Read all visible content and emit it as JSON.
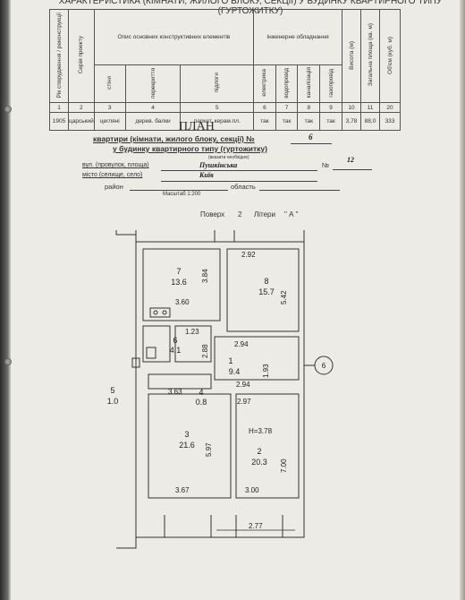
{
  "header": {
    "caption": "ХАРАКТЕРИСТИКА (КІМНАТИ, ЖИЛОГО БЛОКУ, СЕКЦІЇ) У БУДИНКУ КВАРТИРНОГО ТИПУ (ГУРТОЖИТКУ)"
  },
  "table": {
    "col_headers": [
      "Рік спорудження / реконструкції",
      "Серія проекту",
      "стіни",
      "перекриття",
      "підлоги",
      "електрика",
      "водопровід",
      "каналізація",
      "газопровід",
      "Висота (м)",
      "Загальна площа (кв. м)",
      "Об'єм (куб. м)"
    ],
    "group_structural": "Опис основних конструктивних елементів",
    "group_engineering": "Інженерне обладнання",
    "numbers": [
      "1",
      "2",
      "3",
      "4",
      "5",
      "6",
      "7",
      "8",
      "9",
      "10",
      "11",
      "20"
    ],
    "values": [
      "1905",
      "царський",
      "цегляні",
      "дерев. балки",
      "паркет, керам.пл.",
      "так",
      "так",
      "так",
      "так",
      "3,78",
      "88,0",
      "333"
    ]
  },
  "plan_form": {
    "title": "ПЛАН",
    "line1_label": "квартири (кімнати, жилого блоку, секції) №",
    "line1_value": "6",
    "line2_label": "у будинку квартирного типу (гуртожитку)",
    "line2_hint": "(вказати необхідне)",
    "street_label": "вул. (провулок, площа)",
    "street_value": "Пушкінська",
    "house_no_label": "№",
    "house_no_value": "12",
    "city_label": "місто (селище, село)",
    "city_value": "Київ",
    "district_label": "район",
    "region_label": "область",
    "scale": "Масштаб 1:200",
    "floor_label": "Поверх",
    "floor_value": "2",
    "letter_label": "Літери",
    "letter_value": "\" А \""
  },
  "floorplan": {
    "rooms": [
      {
        "no": "7",
        "area": "13.6"
      },
      {
        "no": "8",
        "area": "15.7"
      },
      {
        "no": "6",
        "area": "4.1"
      },
      {
        "no": "1",
        "area": "9.4"
      },
      {
        "no": "4",
        "area": "0.8"
      },
      {
        "no": "3",
        "area": "21.6"
      },
      {
        "no": "2",
        "area": "20.3"
      },
      {
        "no": "5",
        "area": "1.0"
      }
    ],
    "dims": [
      "2.92",
      "3.84",
      "5.42",
      "3.60",
      "1.23",
      "2.94",
      "2.88",
      "1.93",
      "2.94",
      "3.63",
      "2.97",
      "5.97",
      "7.00",
      "3.67",
      "3.00",
      "2.77"
    ],
    "height": "H=3.78",
    "apartment_marker": "6"
  }
}
